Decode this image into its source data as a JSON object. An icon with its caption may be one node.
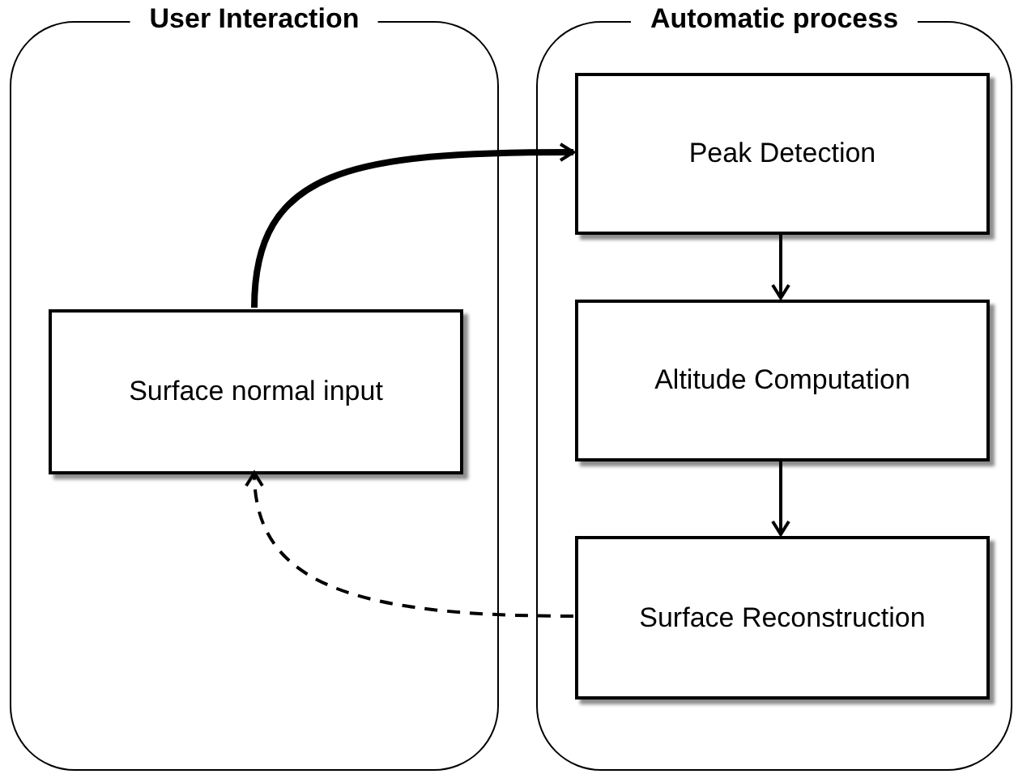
{
  "diagram": {
    "nodes": [
      {
        "text": [
          "User Interaction"
        ]
      },
      {
        "text": [
          "Automatic process"
        ]
      },
      {
        "text": [
          "Surface normal input"
        ],
        "in": 0
      },
      {
        "text": [
          "Peak Detection"
        ],
        "in": 1
      },
      {
        "text": [
          "Altitude Computation"
        ],
        "in": 1
      },
      {
        "text": [
          "Surface Reconstruction"
        ],
        "in": 1
      }
    ],
    "edges": [
      {
        "from": 2,
        "to": 3,
        "arrow": "to",
        "style": "thick"
      },
      {
        "from": 3,
        "to": 4,
        "arrow": "to"
      },
      {
        "from": 4,
        "to": 5,
        "arrow": "to"
      },
      {
        "from": 5,
        "to": 2,
        "arrow": "to",
        "style": "dashed"
      }
    ]
  }
}
